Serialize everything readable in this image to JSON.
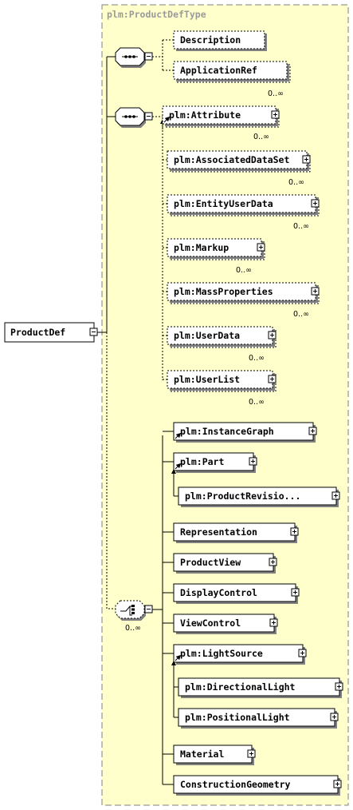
{
  "diagram": {
    "type_name": "plm:ProductDefType",
    "root": {
      "label": "ProductDef"
    },
    "sequence1": [
      {
        "label": "Description",
        "cardinality": ""
      },
      {
        "label": "ApplicationRef",
        "cardinality": "0..∞"
      }
    ],
    "sequence2": [
      {
        "label": "plm:Attribute",
        "cardinality": "0..∞"
      },
      {
        "label": "plm:AssociatedDataSet",
        "cardinality": "0..∞"
      },
      {
        "label": "plm:EntityUserData",
        "cardinality": "0..∞"
      },
      {
        "label": "plm:Markup",
        "cardinality": "0..∞"
      },
      {
        "label": "plm:MassProperties",
        "cardinality": "0..∞"
      },
      {
        "label": "plm:UserData",
        "cardinality": "0..∞"
      },
      {
        "label": "plm:UserList",
        "cardinality": "0..∞"
      }
    ],
    "choice_cardinality": "0..∞",
    "choice": [
      {
        "label": "plm:InstanceGraph"
      },
      {
        "label": "plm:Part"
      },
      {
        "label": "plm:ProductRevisio..."
      },
      {
        "label": "Representation"
      },
      {
        "label": "ProductView"
      },
      {
        "label": "DisplayControl"
      },
      {
        "label": "ViewControl"
      },
      {
        "label": "plm:LightSource"
      },
      {
        "label": "plm:DirectionalLight"
      },
      {
        "label": "plm:PositionalLight"
      },
      {
        "label": "Material"
      },
      {
        "label": "ConstructionGeometry"
      }
    ]
  }
}
